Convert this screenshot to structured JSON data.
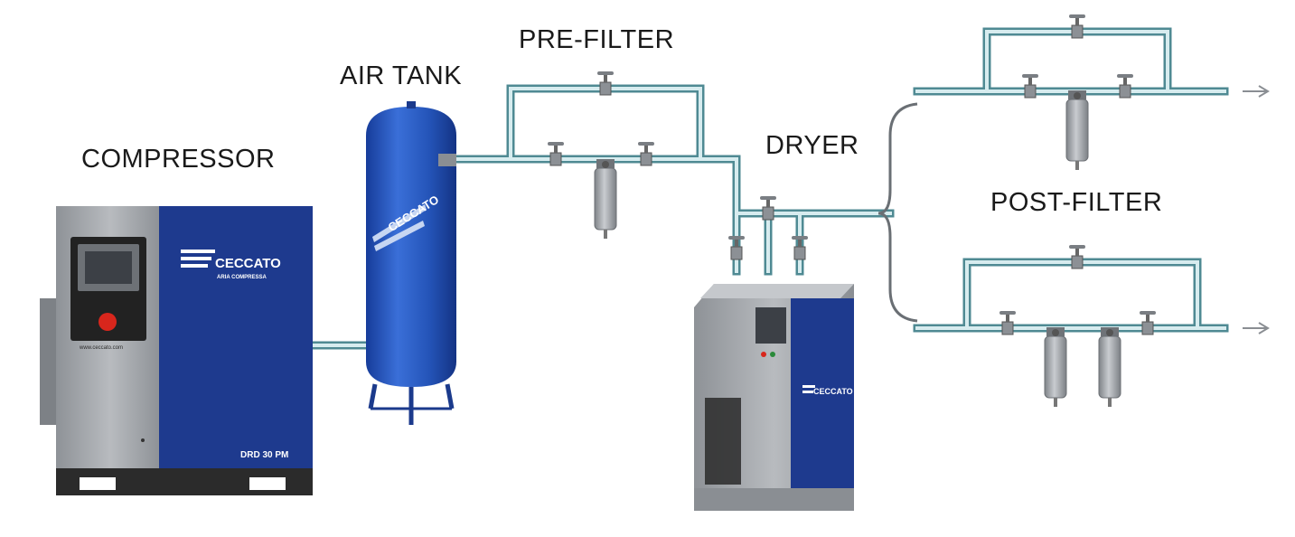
{
  "labels": {
    "compressor": "COMPRESSOR",
    "air_tank": "AIR TANK",
    "pre_filter": "PRE-FILTER",
    "dryer": "DRYER",
    "post_filter": "POST-FILTER"
  },
  "compressor": {
    "brand": "CECCATO",
    "brand_sub": "ARIA COMPRESSA",
    "model": "DRD 30 PM",
    "website": "www.ceccato.com"
  },
  "tank": {
    "brand": "CECCATO"
  },
  "dryer": {
    "brand": "CECCATO"
  },
  "colors": {
    "blue": "#1e3a8e",
    "tank_blue": "#2a5bc4",
    "pipe": "#4f8a93",
    "pipe_light": "#d7ecef",
    "grey": "#9ca0a5",
    "dark": "#2b2b2b"
  },
  "icons": {
    "flow_arrow": "arrow-right-icon",
    "valve": "ball-valve-icon",
    "bracket": "curly-brace-icon"
  }
}
